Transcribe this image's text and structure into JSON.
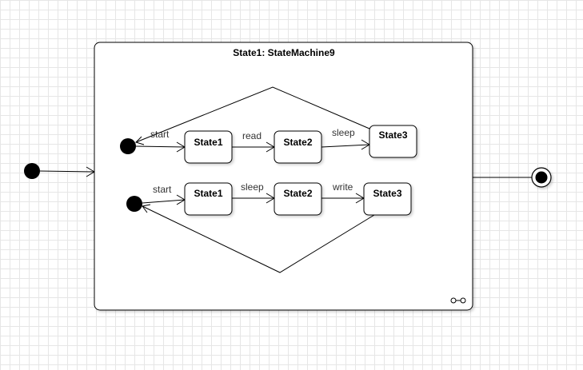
{
  "diagram": {
    "container_title": "State1: StateMachine9",
    "top_row": {
      "states": [
        "State1",
        "State2",
        "State3"
      ],
      "edges": [
        "start",
        "read",
        "sleep"
      ]
    },
    "bottom_row": {
      "states": [
        "State1",
        "State2",
        "State3"
      ],
      "edges": [
        "start",
        "sleep",
        "write"
      ]
    }
  }
}
